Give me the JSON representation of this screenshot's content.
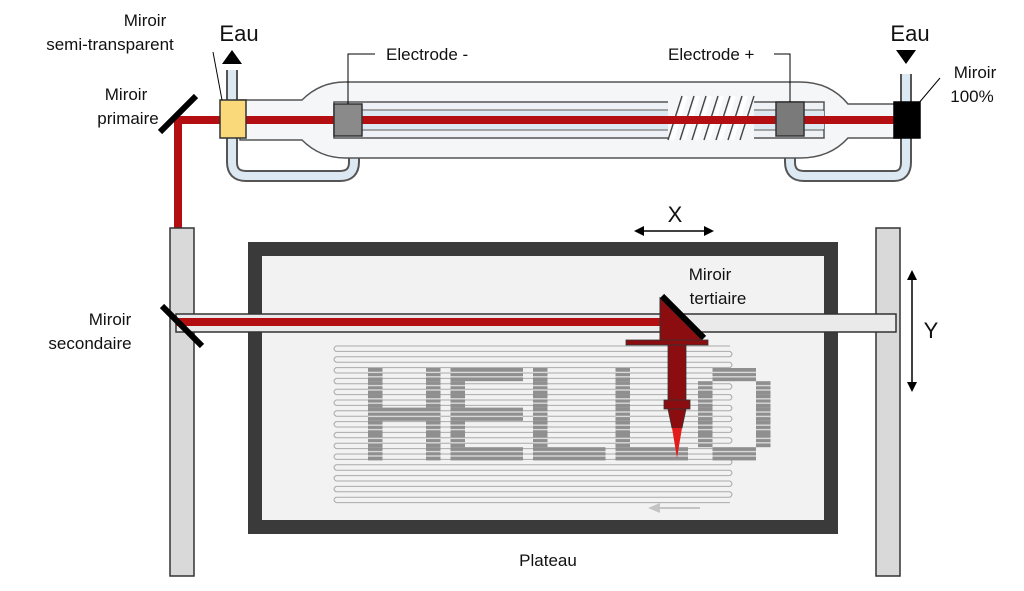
{
  "labels": {
    "semi_mirror_line1": "Miroir",
    "semi_mirror_line2": "semi-transparent",
    "water_left": "Eau",
    "water_right": "Eau",
    "electrode_minus": "Electrode -",
    "electrode_plus": "Electrode +",
    "full_mirror_line1": "Miroir",
    "full_mirror_line2": "100%",
    "primary_mirror_line1": "Miroir",
    "primary_mirror_line2": "primaire",
    "secondary_mirror_line1": "Miroir",
    "secondary_mirror_line2": "secondaire",
    "tertiary_mirror_line1": "Miroir",
    "tertiary_mirror_line2": "tertiaire",
    "axis_x": "X",
    "axis_y": "Y",
    "engraved_text": "HELLO",
    "plateau": "Plateau"
  },
  "colors": {
    "laser_beam": "#b30f12",
    "laser_head": "#8b0d10",
    "semi_mirror": "#f9d97a",
    "full_mirror": "#000000",
    "electrode_minus": "#8a8a8a",
    "electrode_plus": "#7a7a7a",
    "water_tube": "#dce8f2",
    "frame": "#3a3a3a",
    "rail": "#d9d9d9",
    "engraving": "#8f8f8f"
  }
}
